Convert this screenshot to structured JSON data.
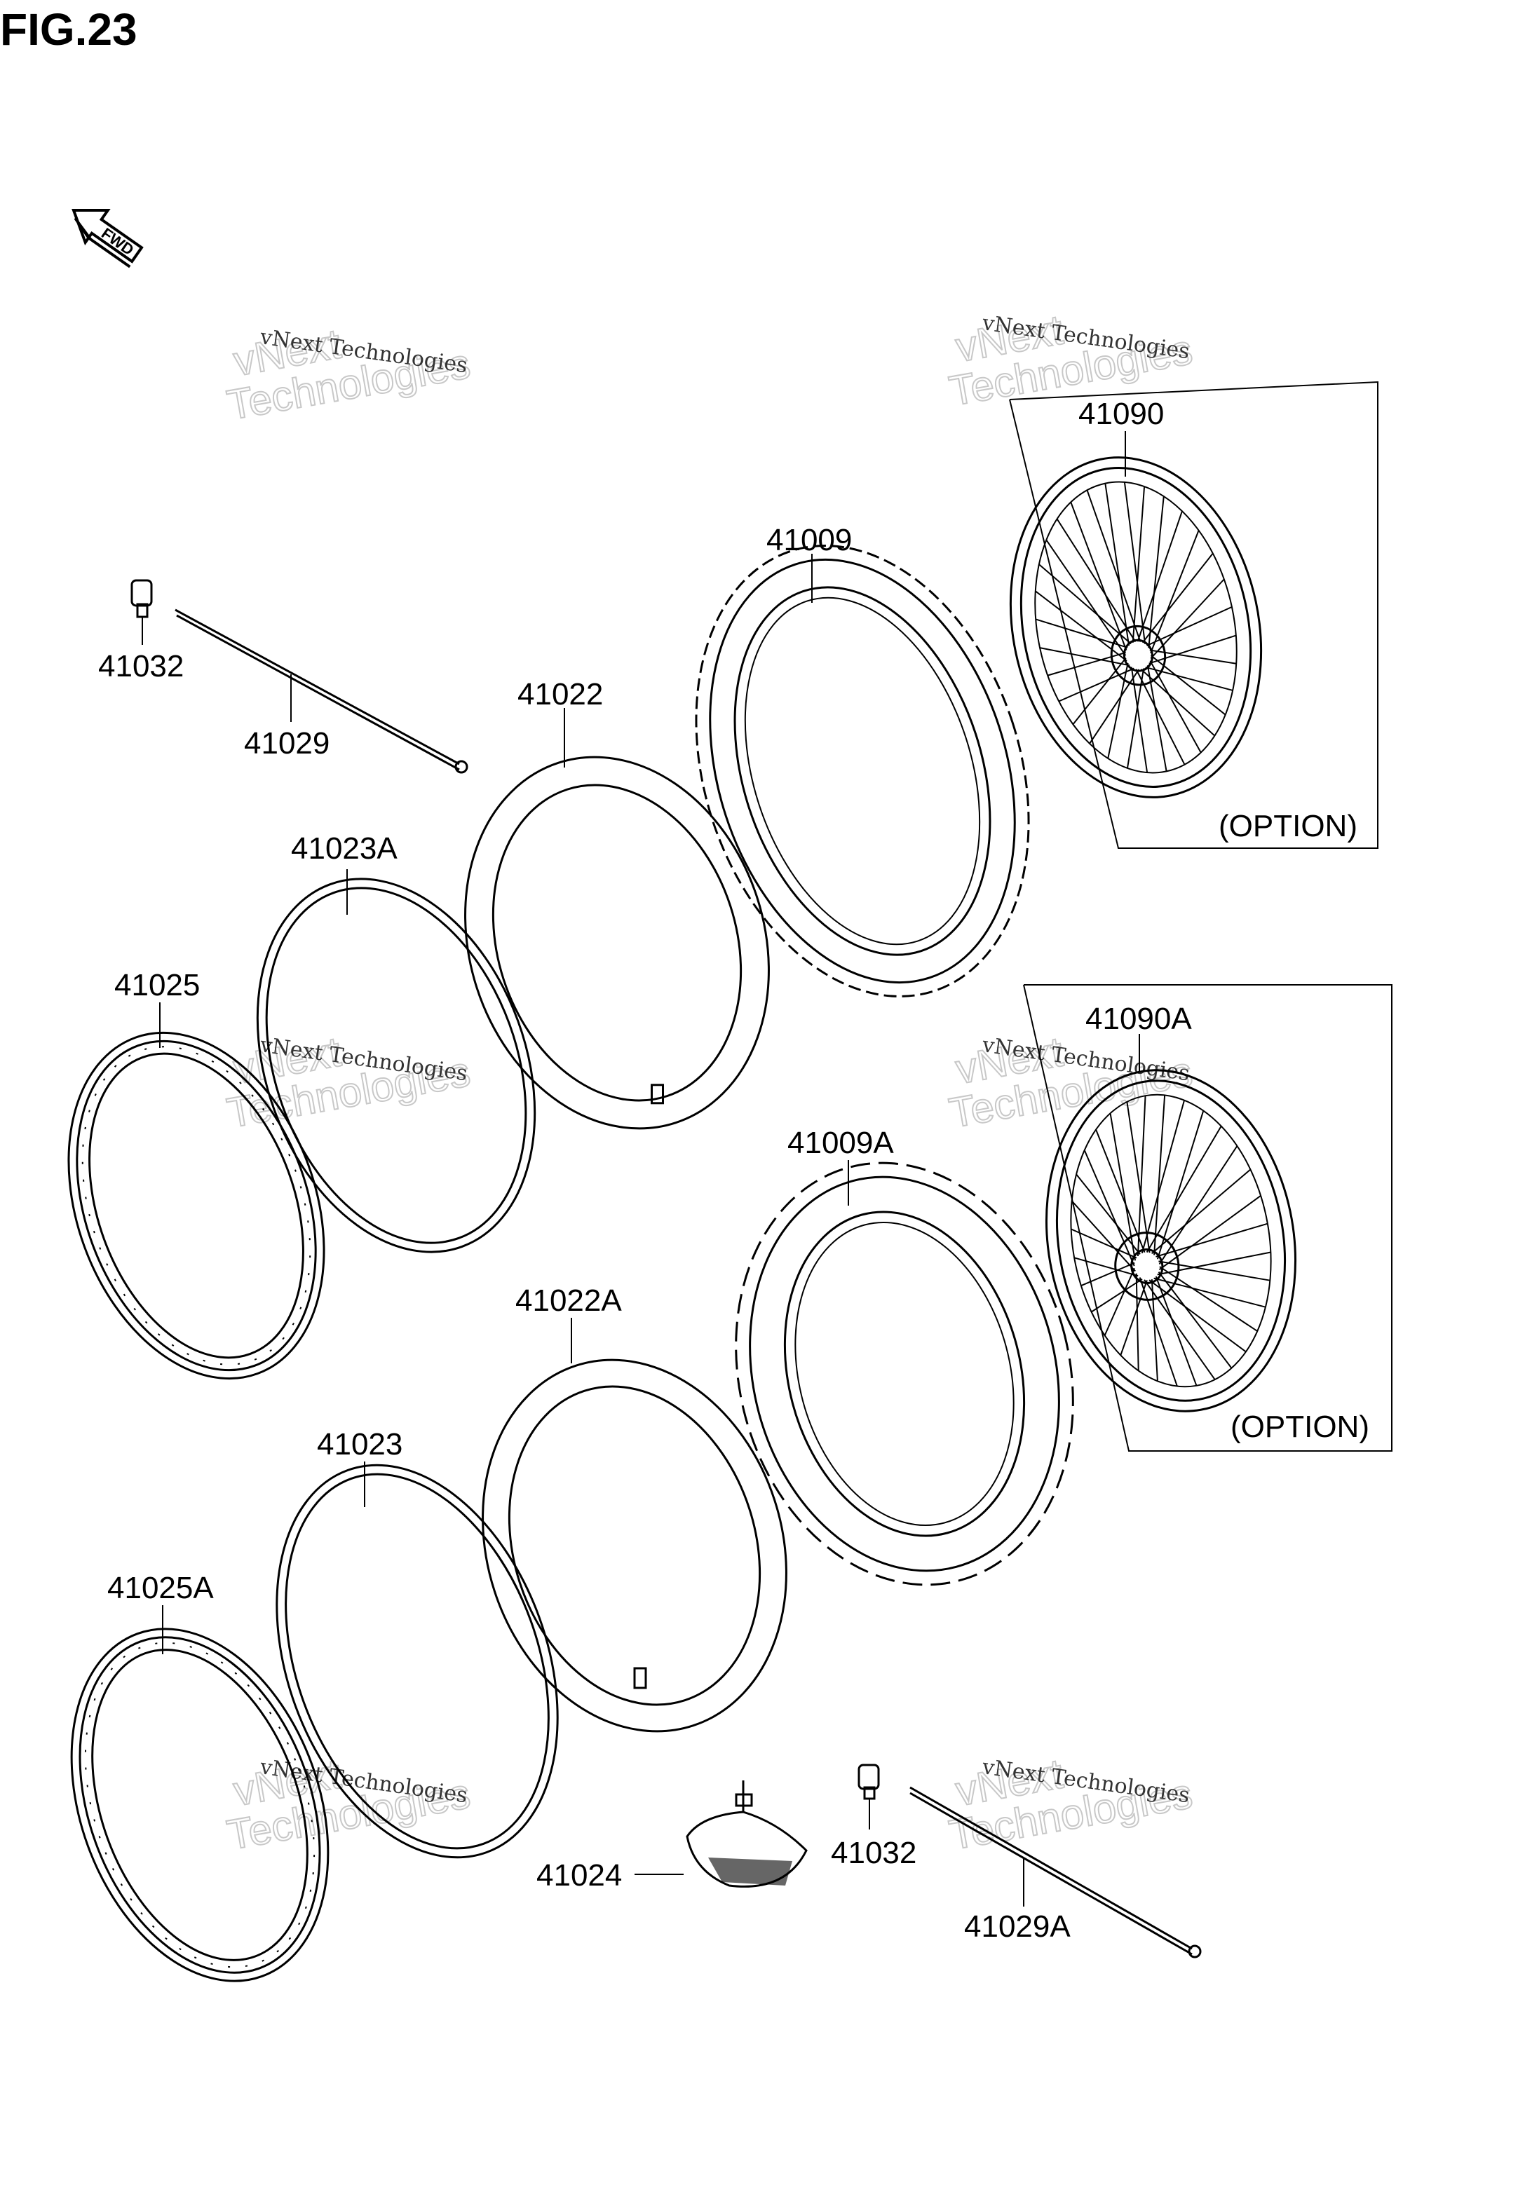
{
  "figure": {
    "title": "FIG.23",
    "fwd_label": "FWD"
  },
  "parts": {
    "p41032_top": "41032",
    "p41029": "41029",
    "p41022": "41022",
    "p41009": "41009",
    "p41090": "41090",
    "p41023A": "41023A",
    "p41025": "41025",
    "p41090A": "41090A",
    "p41009A": "41009A",
    "p41022A": "41022A",
    "p41023": "41023",
    "p41025A": "41025A",
    "p41024": "41024",
    "p41032_bot": "41032",
    "p41029A": "41029A"
  },
  "option_boxes": {
    "top": "(OPTION)",
    "bottom": "(OPTION)"
  },
  "watermark": {
    "line1": "vNext Technologies",
    "line2": "vNext\nTechnologies"
  }
}
